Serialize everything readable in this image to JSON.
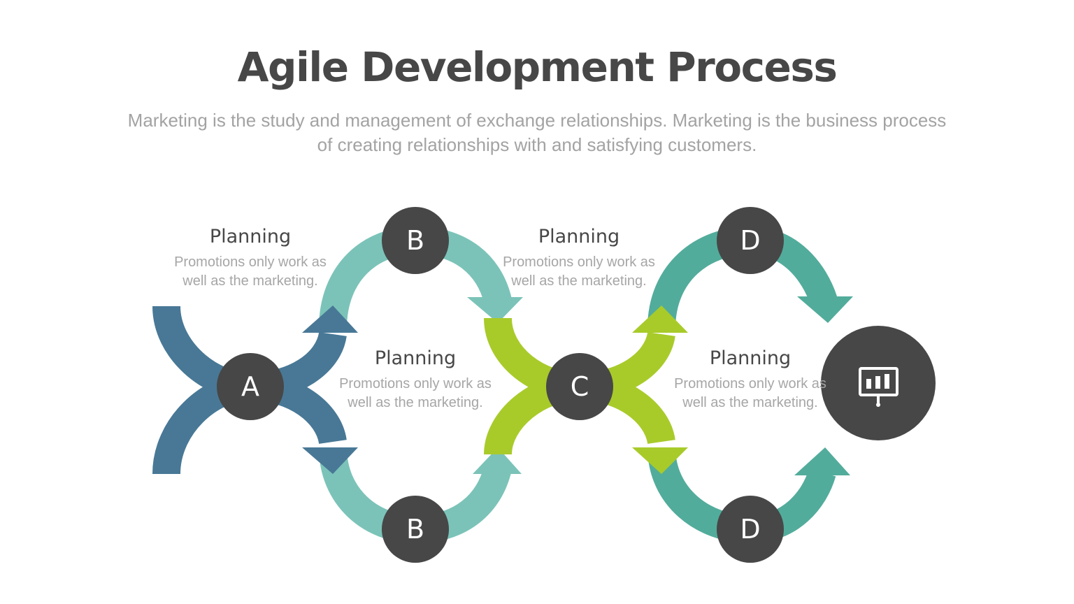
{
  "header": {
    "title": "Agile Development Process",
    "subtitle": "Marketing is the study and management of exchange relationships. Marketing is the business process of creating relationships with and satisfying customers."
  },
  "colors": {
    "stage_a": "#487896",
    "stage_b": "#7BC3B8",
    "stage_c": "#A8CB2A",
    "stage_d": "#52AC9B",
    "node": "#474747",
    "title": "#474747",
    "body_text": "#A6A6A6"
  },
  "nodes": [
    {
      "id": "a",
      "letter": "A"
    },
    {
      "id": "b-top",
      "letter": "B"
    },
    {
      "id": "b-bottom",
      "letter": "B"
    },
    {
      "id": "c",
      "letter": "C"
    },
    {
      "id": "d-top",
      "letter": "D"
    },
    {
      "id": "d-bottom",
      "letter": "D"
    }
  ],
  "end_node": {
    "icon": "presentation-chart-icon"
  },
  "labels": [
    {
      "heading": "Planning",
      "text": "Promotions only work as well as the marketing."
    },
    {
      "heading": "Planning",
      "text": "Promotions only work as well as the marketing."
    },
    {
      "heading": "Planning",
      "text": "Promotions only work as well as the marketing."
    },
    {
      "heading": "Planning",
      "text": "Promotions only work as well as the marketing."
    }
  ]
}
